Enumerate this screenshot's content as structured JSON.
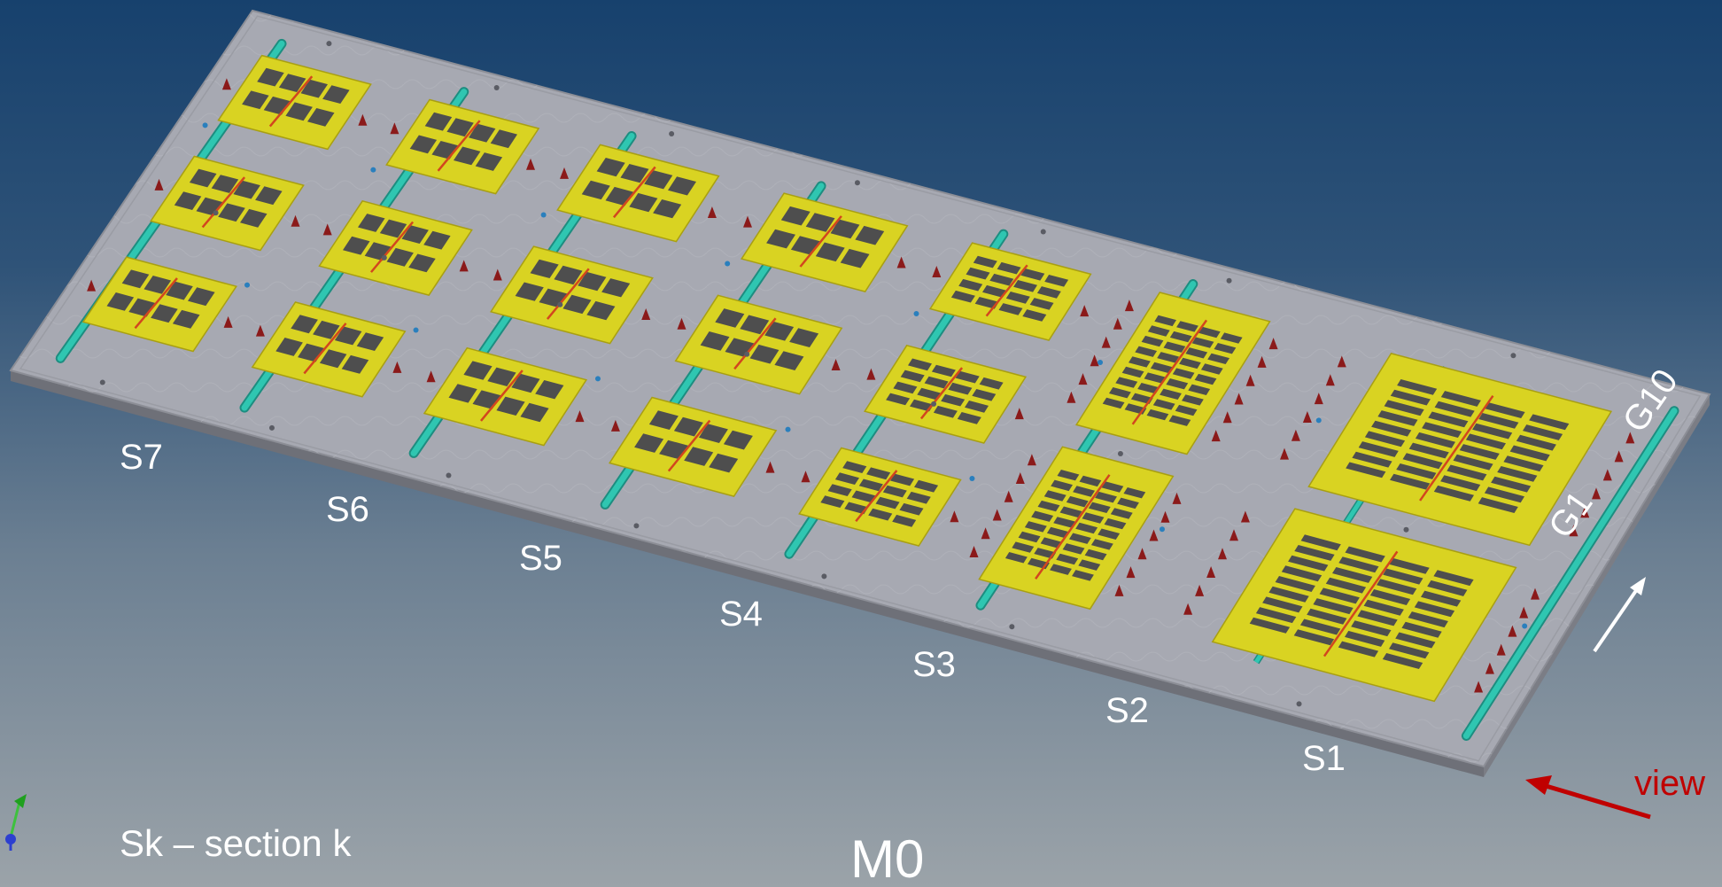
{
  "sections": [
    {
      "label": "S7",
      "columns": 1,
      "module_type": "small"
    },
    {
      "label": "S6",
      "columns": 1,
      "module_type": "small"
    },
    {
      "label": "S5",
      "columns": 1,
      "module_type": "small"
    },
    {
      "label": "S4",
      "columns": 1,
      "module_type": "small"
    },
    {
      "label": "S3",
      "columns": 1,
      "module_type": "medium"
    },
    {
      "label": "S2",
      "columns": 1,
      "module_type": "large"
    },
    {
      "label": "S1",
      "columns": 1,
      "module_type": "large"
    }
  ],
  "legend": "Sk – section k",
  "title": "M0",
  "view_label": "view",
  "direction": {
    "from": "G1",
    "to": "G10"
  },
  "colors": {
    "background_top": "#17416d",
    "background_bottom": "#9ba3a9",
    "plate": "#a7a9b2",
    "rail": "#2fc6b1",
    "module_pad": "#d9d322",
    "view_arrow": "#c00000",
    "label": "#ffffff"
  }
}
